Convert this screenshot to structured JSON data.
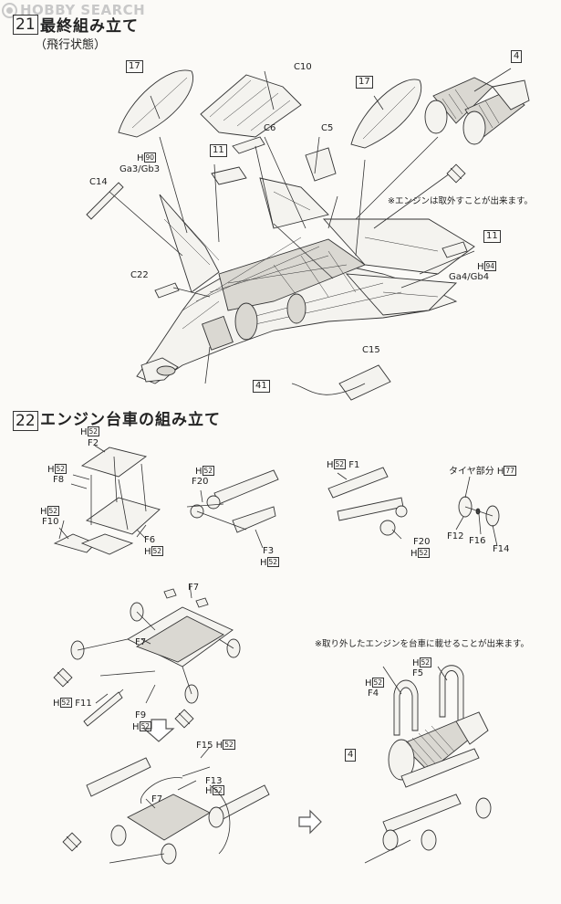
{
  "header": {
    "logo_text": "HOBBY SEARCH"
  },
  "step21": {
    "number": "21",
    "title": "最終組み立て",
    "subtitle": "（飛行状態）",
    "note_engine": "※エンジンは取外すことが出来ます。",
    "labels": {
      "c10": "C10",
      "c6": "C6",
      "c5": "C5",
      "c14": "C14",
      "c22": "C22",
      "c15": "C15",
      "h_prefix": "H",
      "h90": "90",
      "ga3gb3": "Ga3/Gb3",
      "h94": "94",
      "ga4gb4": "Ga4/Gb4"
    },
    "boxes": {
      "b17a": "17",
      "b17b": "17",
      "b11a": "11",
      "b11b": "11",
      "b4": "4",
      "b41": "41"
    }
  },
  "step22": {
    "number": "22",
    "title": "エンジン台車の組み立て",
    "note_mount": "※取り外したエンジンを台車に載せることが出来ます。",
    "tire_label": "タイヤ部分 H",
    "tire_box": "77",
    "h": "H",
    "h52": "52",
    "parts": {
      "f1": "F1",
      "f2": "F2",
      "f3": "F3",
      "f4": "F4",
      "f5": "F5",
      "f6": "F6",
      "f7": "F7",
      "f8": "F8",
      "f9": "F9",
      "f10": "F10",
      "f11": "F11",
      "f12": "F12",
      "f13": "F13",
      "f14": "F14",
      "f15": "F15",
      "f16": "F16",
      "f20": "F20"
    },
    "box4": "4"
  },
  "icons": [
    "cement-prohibited-icon",
    "outline-arrow-down-icon",
    "outline-arrow-right-icon"
  ]
}
